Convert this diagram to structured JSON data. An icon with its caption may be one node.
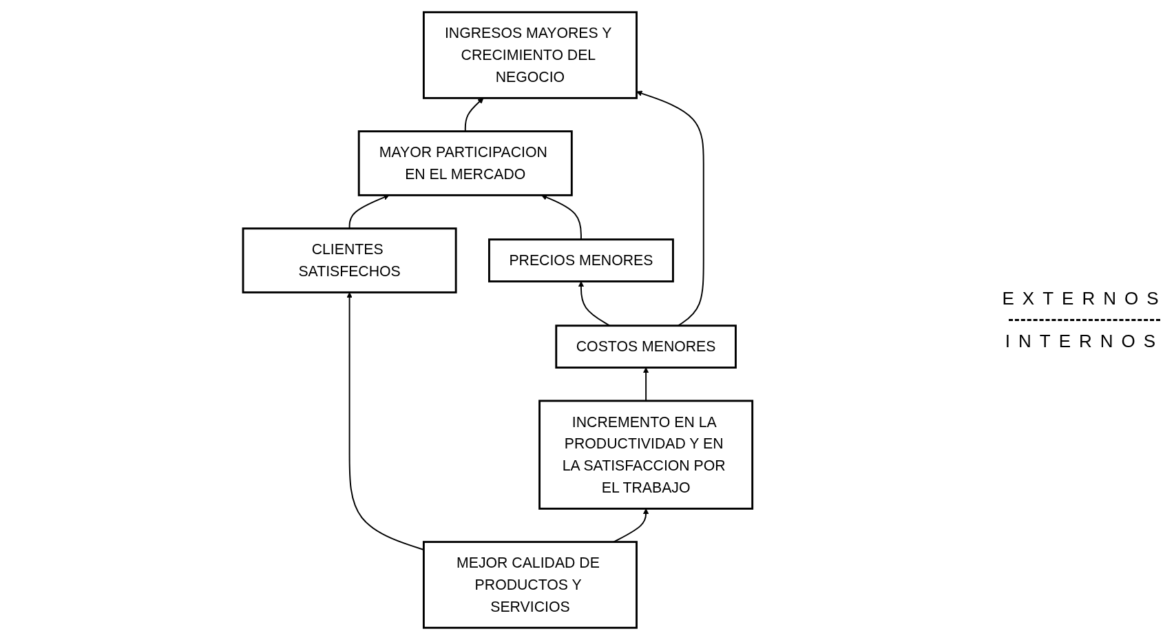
{
  "diagram": {
    "nodes": [
      {
        "text": [
          "CLIENTES SATISFECHOS"
        ]
      },
      {
        "text": [
          "MAYOR PARTICIPACION EN EL MERCADO"
        ]
      },
      {
        "text": [
          "PRECIOS MENORES"
        ]
      },
      {
        "text": [
          "MEJOR CALIDAD DE PRODUCTOS Y SERVICIOS"
        ]
      },
      {
        "text": [
          "COSTOS MENORES"
        ]
      },
      {
        "text": [
          "INCREMENTO EN LA PRODUCTIVIDAD Y EN LA SATISFACCION POR EL TRABAJO"
        ]
      },
      {
        "text": [
          "INGRESOS MAYORES Y CRECIMIENTO DEL NEGOCIO"
        ]
      }
    ],
    "edges": [
      {
        "from": 3,
        "to": 0,
        "arrow": "to"
      },
      {
        "from": 0,
        "to": 1,
        "arrow": "to"
      },
      {
        "from": 2,
        "to": 1,
        "arrow": "to"
      },
      {
        "from": 3,
        "to": 5,
        "arrow": "to"
      },
      {
        "from": 4,
        "to": 2,
        "arrow": "to"
      },
      {
        "from": 5,
        "to": 4,
        "arrow": "to"
      },
      {
        "from": 4,
        "to": 6,
        "arrow": "to"
      },
      {
        "from": 1,
        "to": 6,
        "arrow": "to"
      }
    ],
    "labels": [
      "EXTERNOS",
      "INTERNOS"
    ]
  }
}
